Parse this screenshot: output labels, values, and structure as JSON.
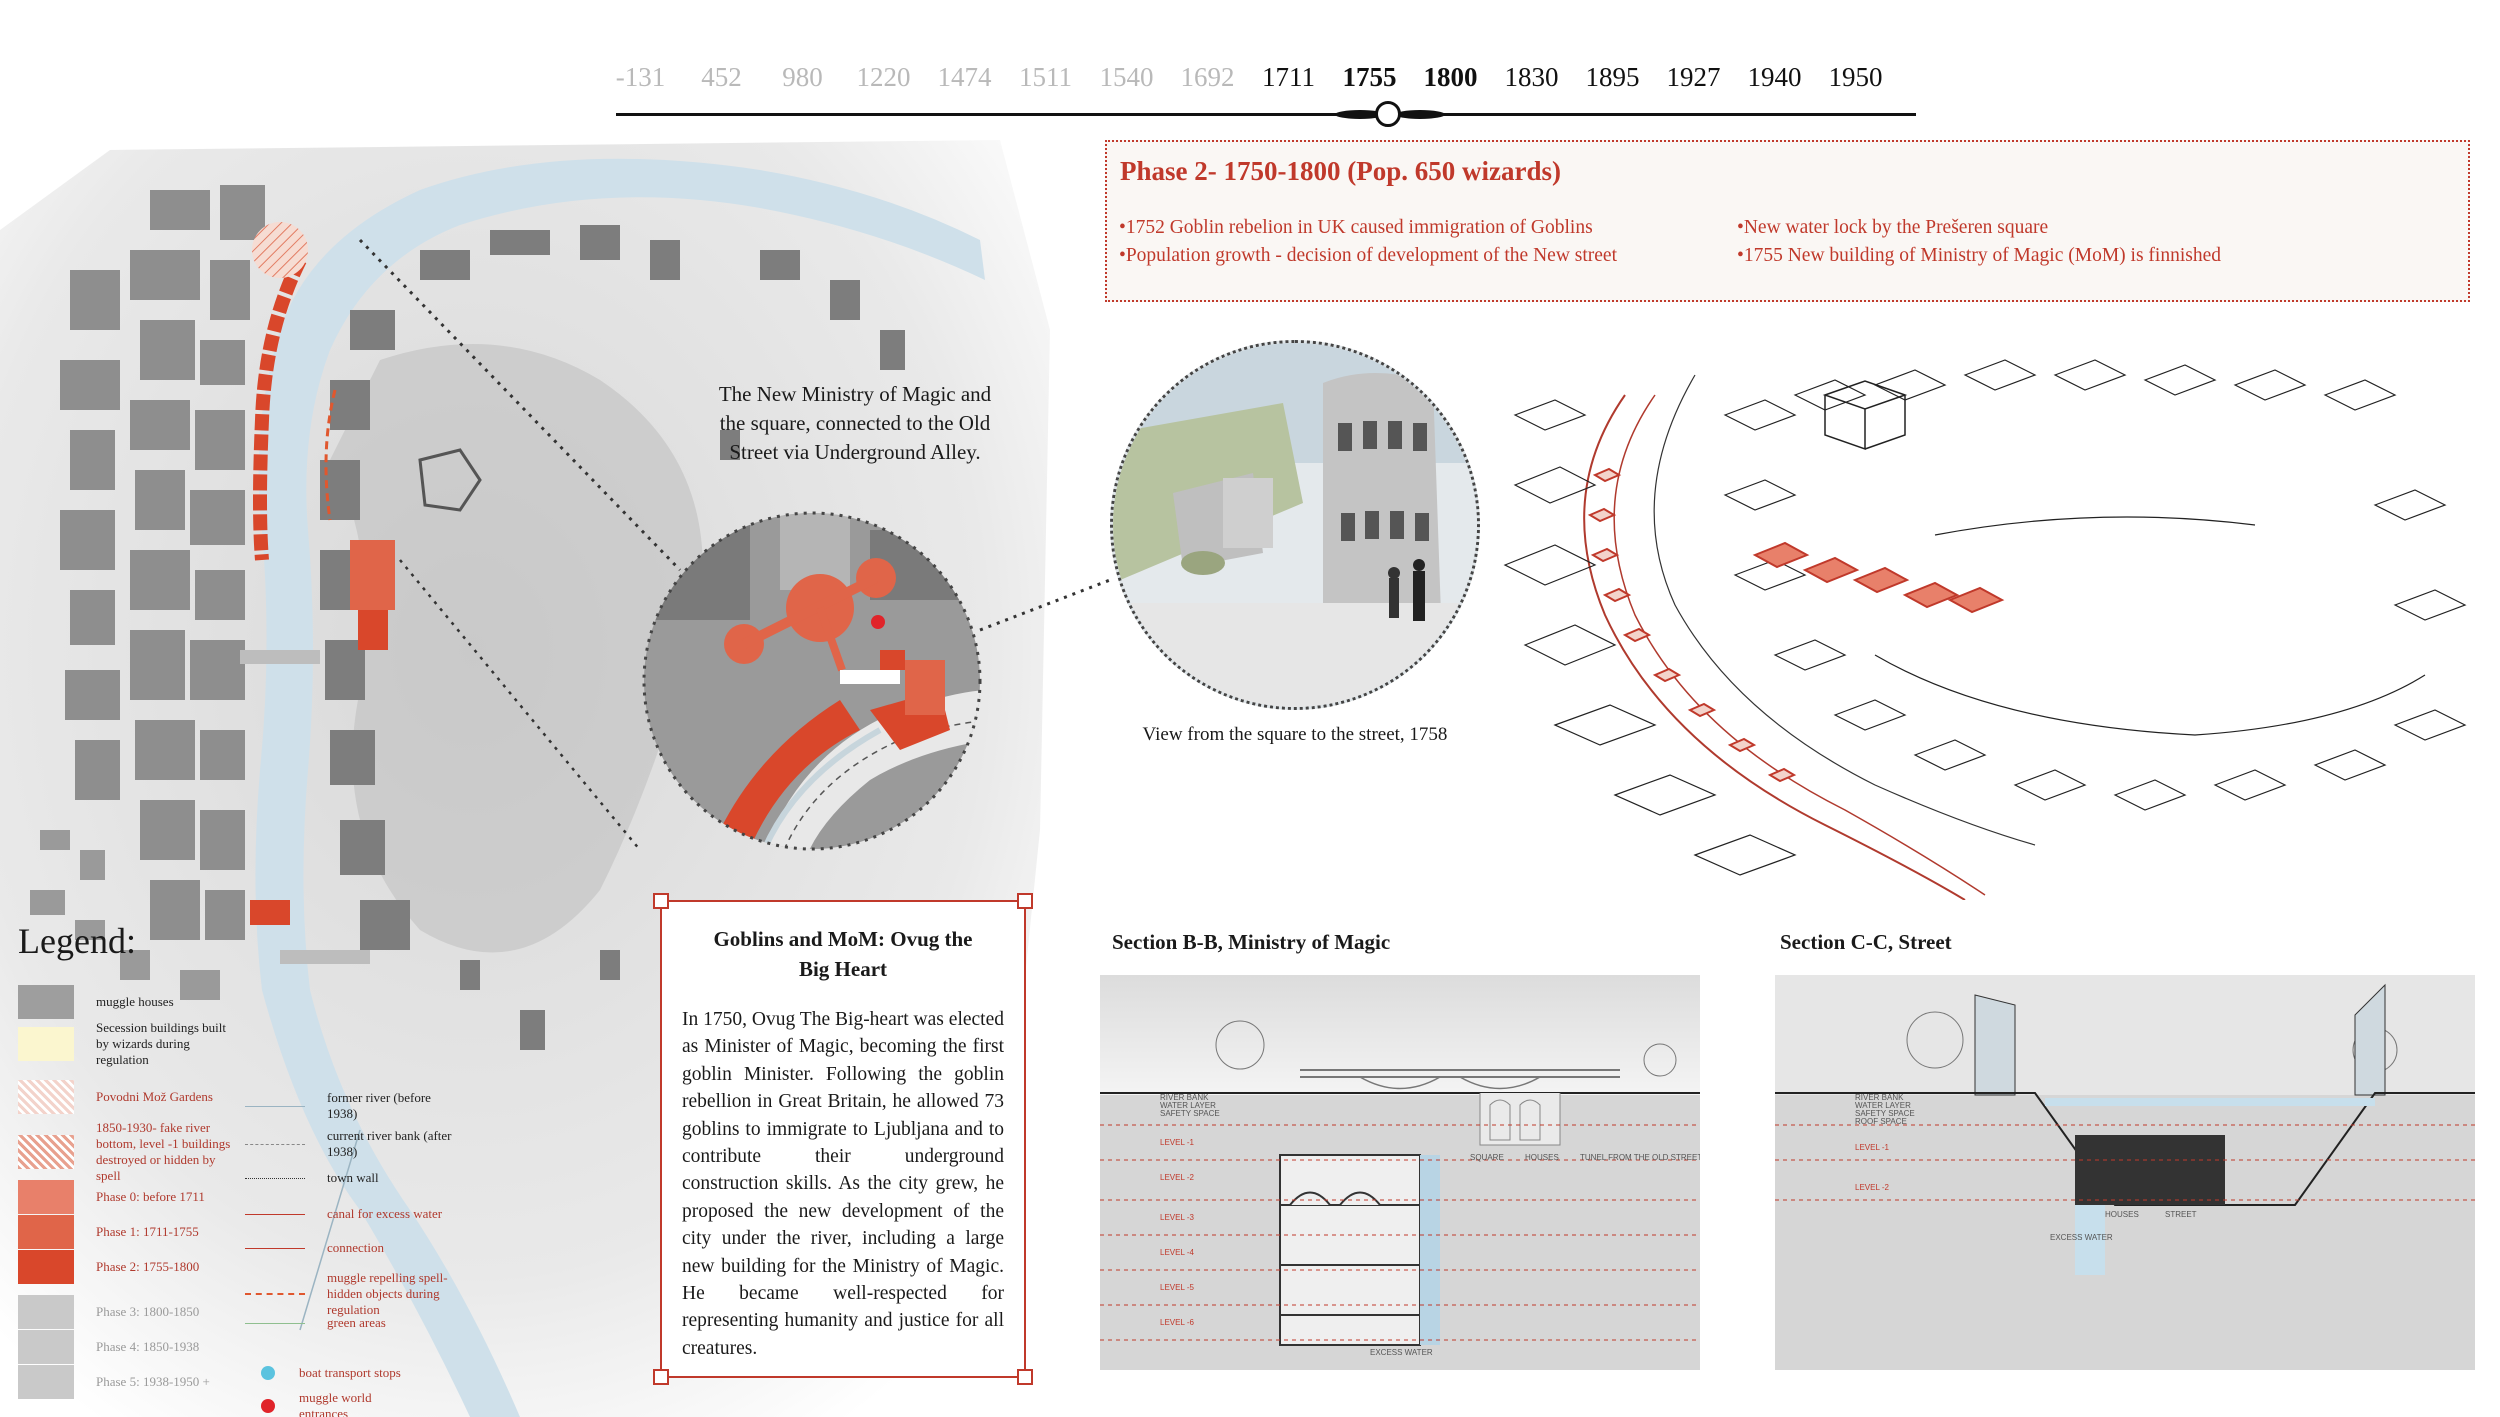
{
  "timeline": {
    "years": [
      {
        "label": "-131",
        "state": "past"
      },
      {
        "label": "452",
        "state": "past"
      },
      {
        "label": "980",
        "state": "past"
      },
      {
        "label": "1220",
        "state": "past"
      },
      {
        "label": "1474",
        "state": "past"
      },
      {
        "label": "1511",
        "state": "past"
      },
      {
        "label": "1540",
        "state": "past"
      },
      {
        "label": "1692",
        "state": "past"
      },
      {
        "label": "1711",
        "state": "active"
      },
      {
        "label": "1755",
        "state": "bold"
      },
      {
        "label": "1800",
        "state": "bold"
      },
      {
        "label": "1830",
        "state": "active"
      },
      {
        "label": "1895",
        "state": "active"
      },
      {
        "label": "1927",
        "state": "active"
      },
      {
        "label": "1940",
        "state": "active"
      },
      {
        "label": "1950",
        "state": "active"
      }
    ]
  },
  "phase": {
    "title": "Phase 2- 1750-1800 (Pop. 650 wizards)",
    "bullets_left": [
      "1752 Goblin rebelion in UK caused immigration of Goblins",
      "Population growth - decision of development of the New street"
    ],
    "bullets_right": [
      "New water lock by the Prešeren square",
      "1755 New building of Ministry of Magic (MoM) is finnished"
    ]
  },
  "map": {
    "callout_lines": [
      "The New Ministry of Magic and",
      "the square, connected to the Old",
      "Street via Underground Alley."
    ]
  },
  "view": {
    "caption": "View from the square to the street, 1758"
  },
  "story": {
    "title": "Goblins and MoM: Ovug the Big Heart",
    "body": "In 1750, Ovug The Big-heart was elected as Minister of Magic, becoming the first goblin Minister. Following the goblin rebellion in Great Britain, he allowed 73 goblins to immigrate to Ljubljana and to contribute their underground construction skills. As the city grew, he proposed the new development of the city under the river, including a large new building for the Ministry of Magic. He became well-respected for representing humanity and justice for all creatures."
  },
  "legend": {
    "title": "Legend:",
    "swatches": [
      {
        "label": "muggle houses",
        "color": "#9e9e9e",
        "style": "solid",
        "text": "normal"
      },
      {
        "label": "Secession buildings built by wizards during regulation",
        "color": "#fbf6cf",
        "style": "solid",
        "text": "normal"
      },
      {
        "label": "Povodni Mož Gardens",
        "color": "#f3d3cb",
        "style": "hatch-light",
        "text": "red"
      },
      {
        "label": "1850-1930- fake river bottom, level -1 buildings destroyed or hidden by spell",
        "color": "#e8a18f",
        "style": "hatch",
        "text": "red"
      },
      {
        "label": "Phase 0: before 1711",
        "color": "#e8806a",
        "style": "solid",
        "text": "red"
      },
      {
        "label": "Phase 1: 1711-1755",
        "color": "#e06549",
        "style": "solid",
        "text": "red"
      },
      {
        "label": "Phase 2: 1755-1800",
        "color": "#d9472b",
        "style": "solid",
        "text": "red"
      },
      {
        "label": "Phase 3: 1800-1850",
        "color": "#c9c9c9",
        "style": "solid",
        "text": "grey"
      },
      {
        "label": "Phase 4: 1850-1938",
        "color": "#c9c9c9",
        "style": "solid",
        "text": "grey"
      },
      {
        "label": "Phase 5: 1938-1950 +",
        "color": "#c9c9c9",
        "style": "solid",
        "text": "grey"
      }
    ],
    "lines": [
      {
        "label": "former river (before 1938)",
        "color": "#9bb4c2",
        "style": "thin",
        "text": "normal"
      },
      {
        "label": "current river bank (after 1938)",
        "color": "#888888",
        "style": "dash-fine",
        "text": "normal"
      },
      {
        "label": "town wall",
        "color": "#333333",
        "style": "dotted",
        "text": "normal"
      },
      {
        "label": "canal for excess water",
        "color": "#c0392b",
        "style": "thin",
        "text": "red"
      },
      {
        "label": "connection",
        "color": "#c0392b",
        "style": "thin",
        "text": "red"
      },
      {
        "label": "muggle repelling spell- hidden objects during regulation",
        "color": "#e0572e",
        "style": "dashed",
        "text": "red"
      },
      {
        "label": "green areas",
        "color": "#8fbf8f",
        "style": "thin",
        "text": "red"
      }
    ],
    "dots": [
      {
        "label": "boat transport stops",
        "color": "#5bc3df"
      },
      {
        "label": "muggle world entrances",
        "color": "#e0242a"
      }
    ]
  },
  "sections": {
    "bb": {
      "title": "Section B-B, Ministry of Magic",
      "levels": [
        "RIVER BANK",
        "WATER LAYER",
        "SAFETY SPACE",
        "LEVEL -1",
        "LEVEL -2",
        "LEVEL -3",
        "LEVEL -4",
        "LEVEL -5",
        "LEVEL -6"
      ],
      "labels": [
        "SQUARE",
        "HOUSES",
        "TUNEL FROM THE OLD STREET",
        "EXCESS WATER"
      ]
    },
    "cc": {
      "title": "Section C-C, Street",
      "levels": [
        "RIVER BANK",
        "WATER LAYER",
        "SAFETY SPACE",
        "ROOF SPACE",
        "LEVEL -1",
        "LEVEL -2"
      ],
      "labels": [
        "HOUSES",
        "STREET",
        "EXCESS WATER"
      ]
    }
  },
  "colors": {
    "accent_red": "#c0392b",
    "river": "#cfe0ea",
    "muggle_grey": "#9e9e9e"
  }
}
